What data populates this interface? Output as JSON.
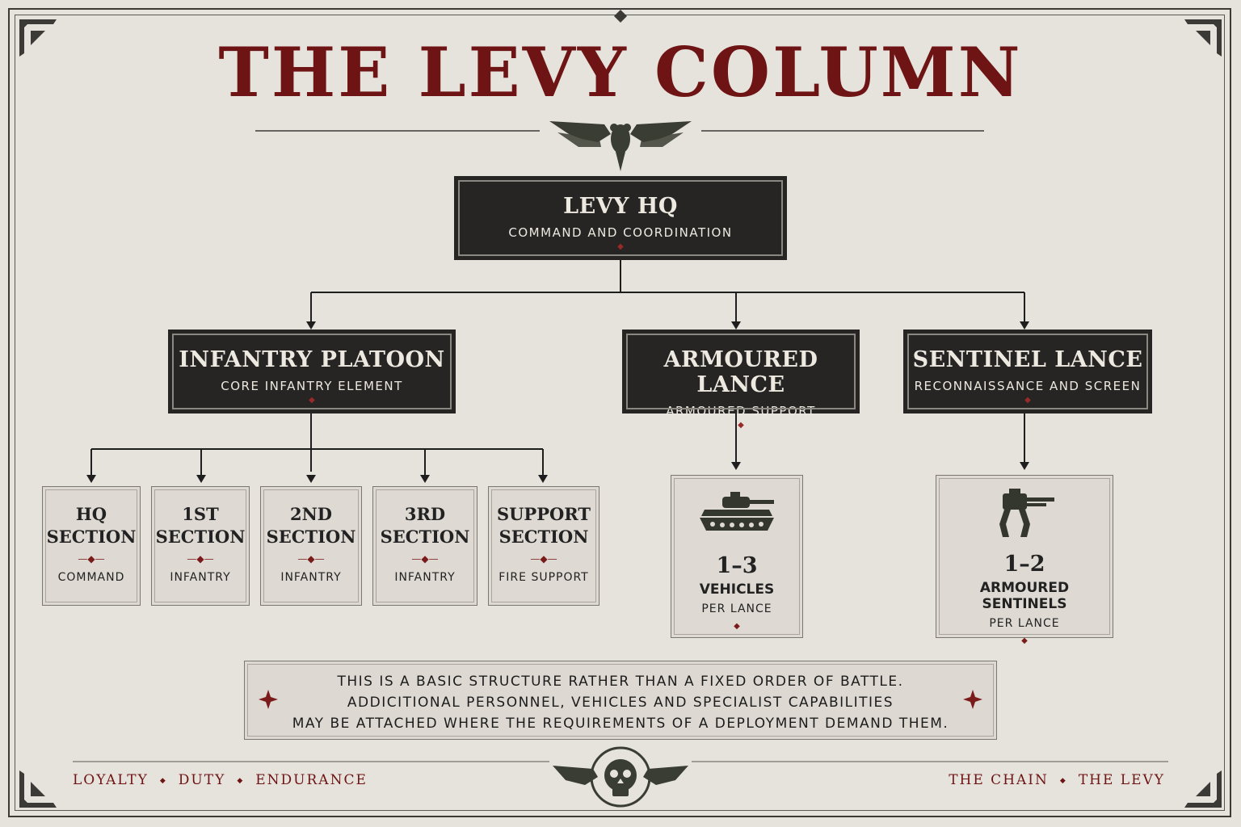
{
  "title": "THE LEVY COLUMN",
  "hq": {
    "name": "LEVY HQ",
    "sub": "COMMAND AND COORDINATION"
  },
  "platoon": {
    "name": "INFANTRY PLATOON",
    "sub": "CORE INFANTRY ELEMENT"
  },
  "armour": {
    "name": "ARMOURED LANCE",
    "sub": "ARMOURED SUPPORT"
  },
  "sentinel": {
    "name": "SENTINEL LANCE",
    "sub": "RECONNAISSANCE AND SCREEN"
  },
  "sections": [
    {
      "line1": "HQ",
      "line2": "SECTION",
      "role": "COMMAND"
    },
    {
      "line1": "1ST",
      "line2": "SECTION",
      "role": "INFANTRY"
    },
    {
      "line1": "2ND",
      "line2": "SECTION",
      "role": "INFANTRY"
    },
    {
      "line1": "3RD",
      "line2": "SECTION",
      "role": "INFANTRY"
    },
    {
      "line1": "SUPPORT",
      "line2": "SECTION",
      "role": "FIRE SUPPORT"
    }
  ],
  "vehicles": {
    "count": "1–3",
    "label": "VEHICLES",
    "per": "PER LANCE"
  },
  "sentinels": {
    "count": "1–2",
    "label": "ARMOURED SENTINELS",
    "per": "PER LANCE"
  },
  "note": {
    "line1": "THIS IS A BASIC STRUCTURE RATHER THAN A FIXED ORDER OF BATTLE.",
    "line2": "ADDICITIONAL PERSONNEL, VEHICLES AND SPECIALIST CAPABILITIES",
    "line3": "MAY BE ATTACHED WHERE THE REQUIREMENTS OF A DEPLOYMENT DEMAND THEM."
  },
  "footer_left": [
    "LOYALTY",
    "DUTY",
    "ENDURANCE"
  ],
  "footer_right": [
    "THE CHAIN",
    "THE LEVY"
  ],
  "icons": {
    "eagle": "aquila-icon",
    "skull": "winged-skull-icon",
    "tank": "tank-icon",
    "walker": "sentinel-walker-icon"
  },
  "colors": {
    "accent": "#6e1414",
    "dark": "#262524",
    "paper": "#e6e2dc"
  }
}
